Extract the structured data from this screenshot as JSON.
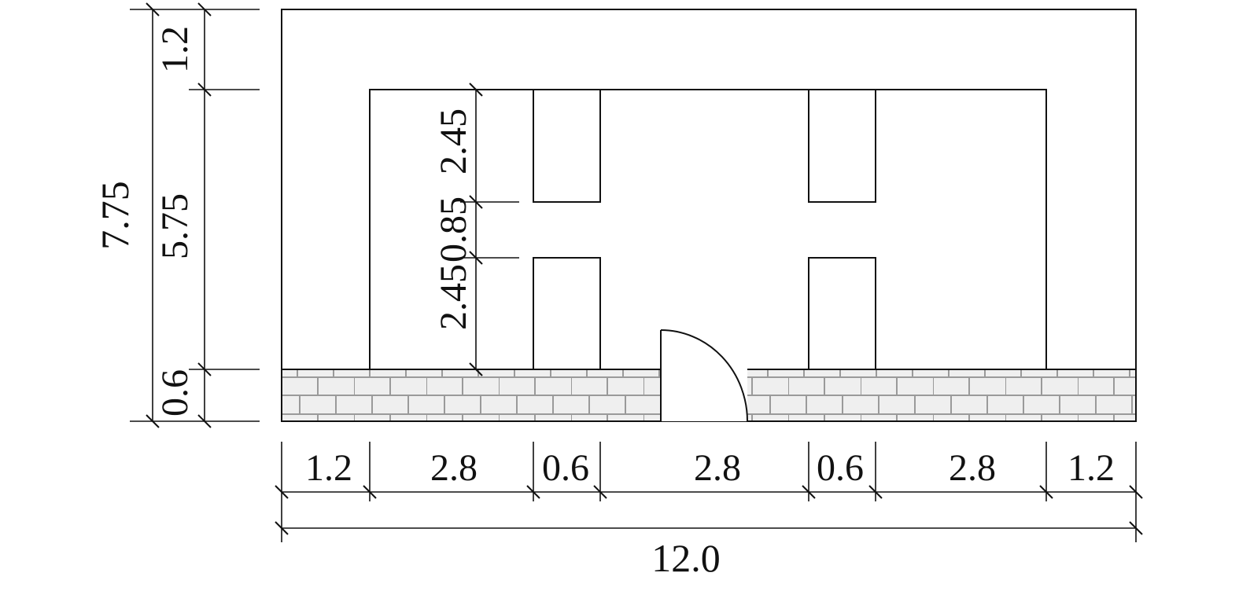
{
  "units": "m",
  "widths": {
    "overall": "12.0",
    "segments": [
      "1.2",
      "2.8",
      "0.6",
      "2.8",
      "0.6",
      "2.8",
      "1.2"
    ]
  },
  "heights": {
    "overall": "7.75",
    "parts": [
      "1.2",
      "5.75",
      "0.6"
    ],
    "inner": [
      "2.45",
      "0.85",
      "2.45"
    ]
  },
  "colors": {
    "line": "#111111",
    "brick_fill": "#efefef",
    "brick_mortar": "#9a9a9a"
  },
  "icons": {
    "door_swing": "quarter-arc-door-icon",
    "brick_hatch": "brick-pattern-icon"
  }
}
